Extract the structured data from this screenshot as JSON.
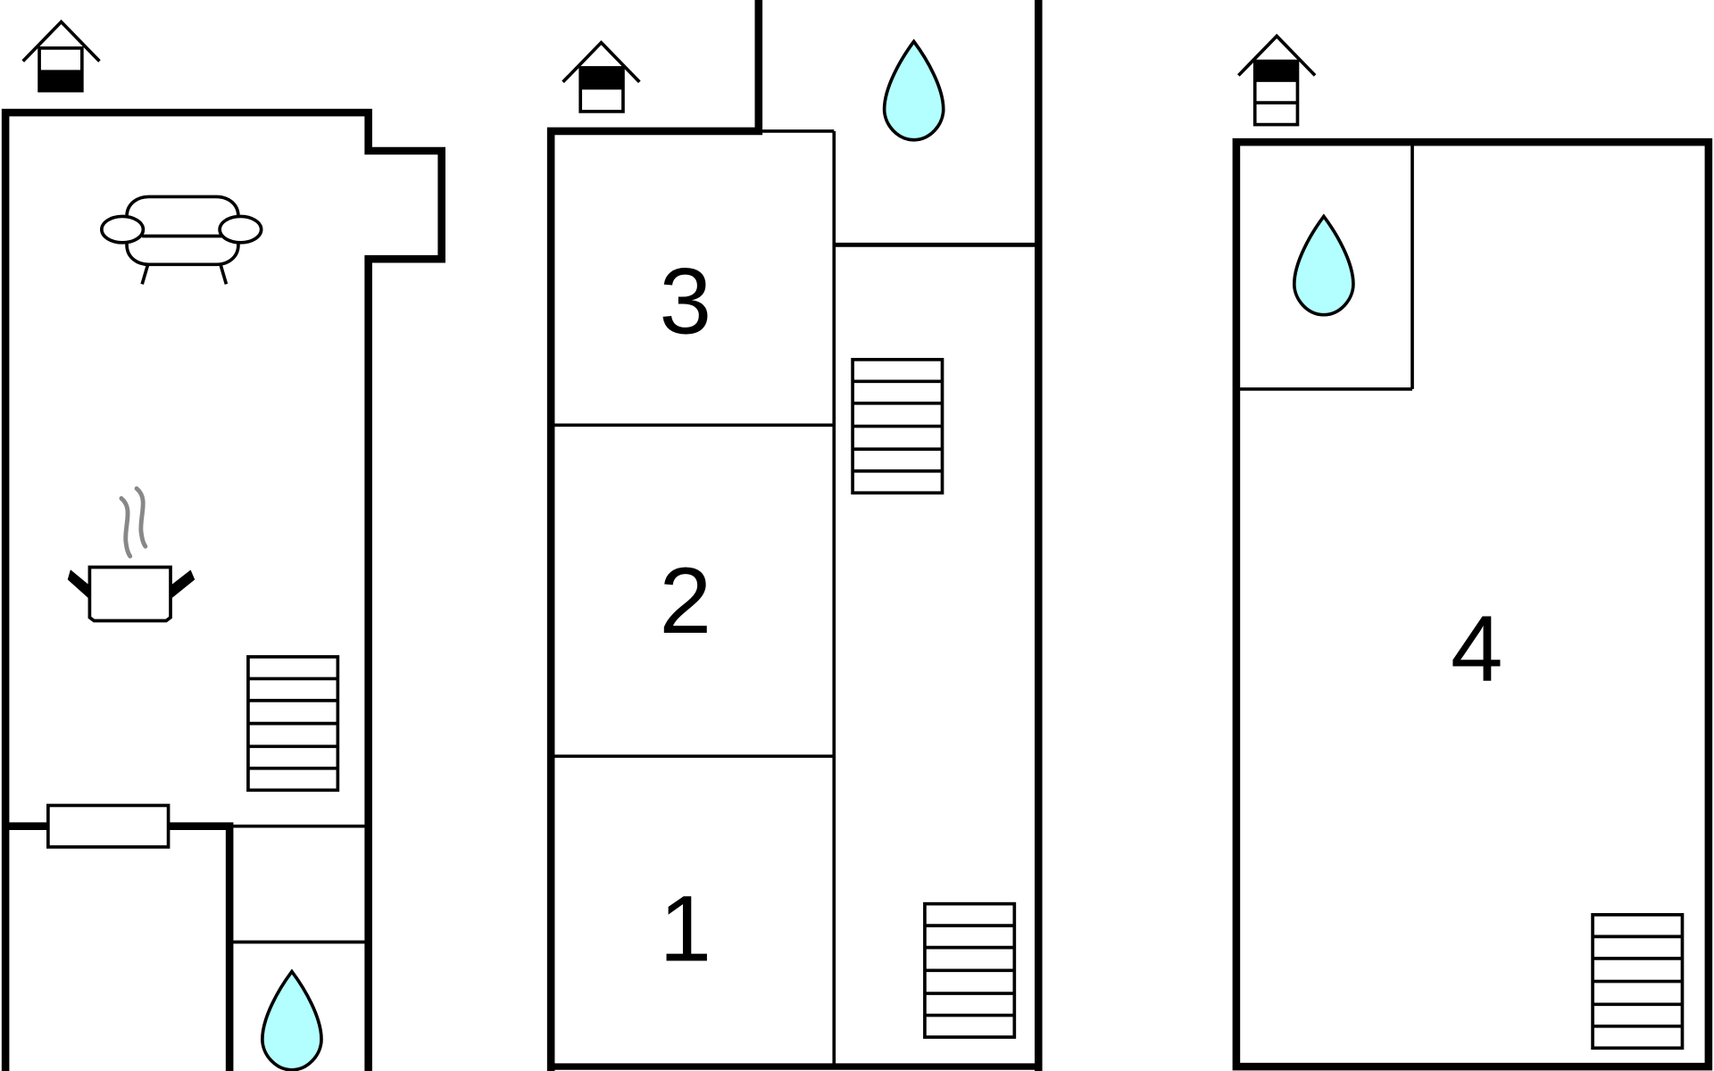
{
  "floors": [
    {
      "name": "left-floor",
      "rooms": [],
      "icons": [
        "entrance-icon",
        "sofa-icon",
        "cooking-pot-icon",
        "stairs-icon",
        "bathroom-drop-icon",
        "window"
      ]
    },
    {
      "name": "middle-floor",
      "rooms": [
        {
          "label": "3"
        },
        {
          "label": "2"
        },
        {
          "label": "1"
        }
      ],
      "icons": [
        "entrance-icon",
        "bathroom-drop-icon",
        "stairs-icon",
        "stairs-icon"
      ]
    },
    {
      "name": "right-floor",
      "rooms": [
        {
          "label": "4"
        }
      ],
      "icons": [
        "entrance-icon",
        "bathroom-drop-icon",
        "stairs-icon"
      ]
    }
  ],
  "colors": {
    "wall": "#000000",
    "water": "#b3ffff",
    "steam": "#888888"
  }
}
